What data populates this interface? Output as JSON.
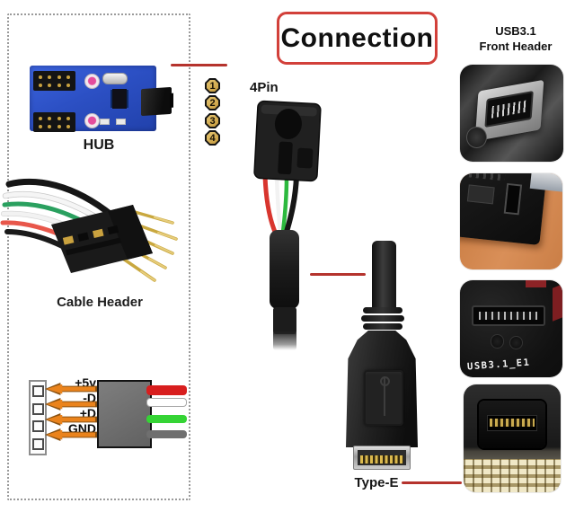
{
  "title": {
    "label": "Connection"
  },
  "right_header": {
    "line1": "USB3.1",
    "line2": "Front Header"
  },
  "hub": {
    "label": "HUB"
  },
  "cable_header": {
    "label": "Cable Header"
  },
  "four_pin": {
    "label": "4Pin",
    "pin_numbers": [
      "1",
      "2",
      "3",
      "4"
    ]
  },
  "type_e": {
    "label": "Type-E"
  },
  "photos": [
    {
      "name": "usb31-front-header-macro-bw"
    },
    {
      "name": "motherboard-type-e-header-angled"
    },
    {
      "name": "usb31-e1-header-on-board",
      "silkscreen_label": "USB3.1_E1"
    },
    {
      "name": "type-e-socket-closeup"
    }
  ],
  "pinout": {
    "rows": [
      {
        "label": "+5v",
        "wire": "red",
        "wire_color": "#d81e1e"
      },
      {
        "label": "-D",
        "wire": "white",
        "wire_color": "#ffffff"
      },
      {
        "label": "+D",
        "wire": "green",
        "wire_color": "#35d435"
      },
      {
        "label": "GND",
        "wire": "gray",
        "wire_color": "#6f6f6f"
      }
    ]
  },
  "colors": {
    "accent_red_line": "#b5332d",
    "title_border_red": "#d2403a",
    "pcb_blue": "#2c50c4",
    "pin_badge_gold": "#d2ab55",
    "arrow_orange": "#ea831c"
  }
}
